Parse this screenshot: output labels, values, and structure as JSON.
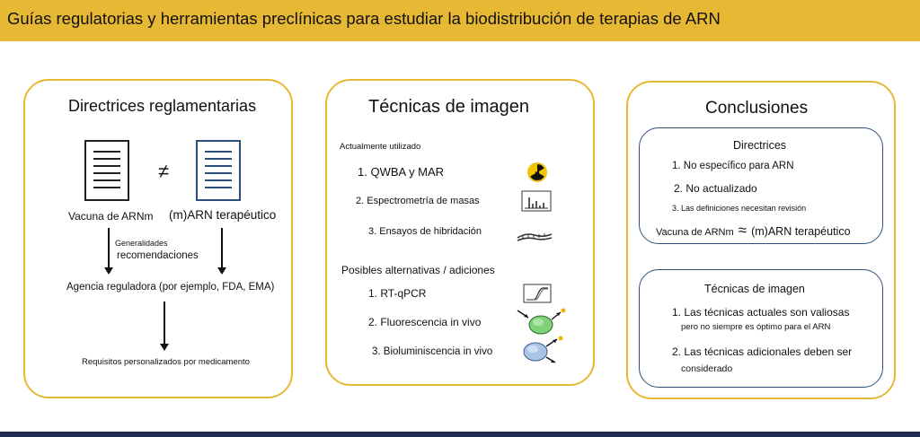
{
  "title": "Guías regulatorias y herramientas preclínicas para estudiar la biodistribución de terapias de ARN",
  "colors": {
    "accent": "#e6b833",
    "navy": "#1f2d52",
    "box_border": "#2c4f7c",
    "green": "#7fd27a",
    "blue_cell": "#aac4e6"
  },
  "left_panel": {
    "heading": "Directrices reglamentarias",
    "neq": "≠",
    "doc_left_label": "Vacuna de ARNm",
    "doc_right_label": "(m)ARN terapéutico",
    "gen_label_1": "Generalidades",
    "gen_label_2": "recomendaciones",
    "agency": "Agencia reguladora (por ejemplo, FDA, EMA)",
    "requirements": "Requisitos personalizados por medicamento"
  },
  "mid_panel": {
    "heading": "Técnicas de imagen",
    "current_heading": "Actualmente utilizado",
    "current_items": [
      {
        "label": "1. QWBA y MAR",
        "icon": "radiation-icon"
      },
      {
        "label": "2. Espectrometría de masas",
        "icon": "mass-spectrum-icon"
      },
      {
        "label": "3. Ensayos de hibridación",
        "icon": "hybridization-icon"
      }
    ],
    "alt_heading": "Posibles alternativas / adiciones",
    "alt_items": [
      {
        "label": "1. RT-qPCR",
        "icon": "qpcr-curve-icon"
      },
      {
        "label": "2. Fluorescencia in vivo",
        "icon": "fluorescent-cell-icon"
      },
      {
        "label": "3. Bioluminiscencia in vivo",
        "icon": "bioluminescent-cell-icon"
      }
    ]
  },
  "right_panel": {
    "heading": "Conclusiones",
    "box1": {
      "heading": "Directrices",
      "item1": "1. No específico para ARN",
      "item2": "2. No actualizado",
      "item3": "3. Las definiciones necesitan revisión",
      "compare_left": "Vacuna de ARNm",
      "compare_symbol": "≈",
      "compare_right": "(m)ARN terapéutico"
    },
    "box2": {
      "heading": "Técnicas de imagen",
      "item1a": "1. Las técnicas actuales son valiosas",
      "item1b": "pero no siempre es óptimo para el ARN",
      "item2a": "2. Las técnicas adicionales deben ser",
      "item2b": "considerado"
    }
  }
}
